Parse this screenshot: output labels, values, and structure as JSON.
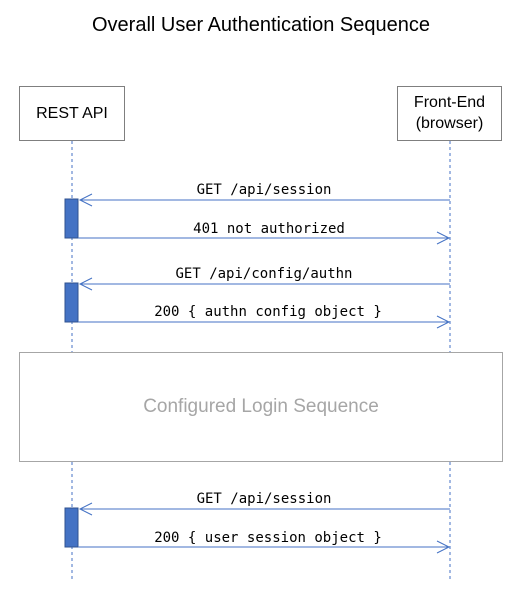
{
  "title": "Overall User Authentication Sequence",
  "participants": {
    "rest_api": "REST API",
    "front_end_line1": "Front-End",
    "front_end_line2": "(browser)"
  },
  "messages": [
    "GET /api/session",
    "401 not authorized",
    "GET /api/config/authn",
    "200 { authn config object }",
    "GET /api/session",
    "200 { user session object }"
  ],
  "group_label": "Configured Login Sequence",
  "colors": {
    "arrow": "#4472c4",
    "activation": "#4472c4",
    "lifeline": "#4472c4",
    "box_border": "#7f7f7f",
    "group_text": "#a6a6a6"
  }
}
